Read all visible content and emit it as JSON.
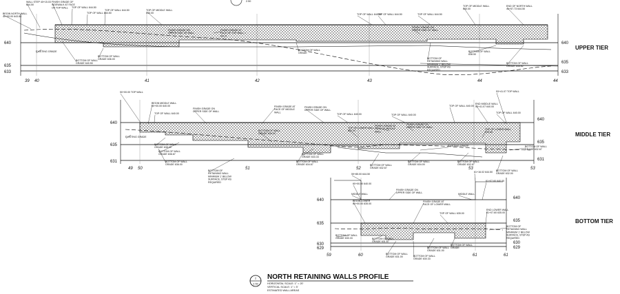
{
  "drawing": {
    "title": "NORTH RETAINING WALLS PROFILE",
    "detail_number": "2",
    "sheet_ref": "2.50",
    "scale_notes": [
      "HORIZONTAL SCALE: 1\" = 20'",
      "VERTICAL SCALE: 1\" = 5'",
      "ESTIMATED WALL AREAS"
    ],
    "top_badge": "2.50"
  },
  "upper": {
    "name": "UPPER TIER",
    "elev_left": [
      "640",
      "635",
      "633"
    ],
    "elev_right": [
      "640",
      "635",
      "633"
    ],
    "stations": [
      "39",
      "40",
      "41",
      "42",
      "43",
      "44",
      "44"
    ],
    "notes": [
      "WALL STEP 40+15.03 644.50",
      "FINISH GRADE OF SIDEWALK AT FACE OF TOP WALL",
      "TOP OF WALL 644.50",
      "TOP OF WALL 644.50",
      "TOP OF WALL 644.50",
      "BEGIN NORTH WALL 40+00.00 643.84",
      "TOP OF MIDDLE WALL 640.00",
      "FINISH GRADE ON UPPER SIDE OF WALL",
      "FINISH GRADE AT FACE OF TOP WALL = 641.0",
      "TOP OF WALL 644.50",
      "TOP OF WALL 644.50",
      "TOP OF WALL 644.50",
      "TOP OF MIDDLE WALL 640.00",
      "END OF NORTH WALL 44+57.73 644.50",
      "FINISH GRADE ON UPPER SIDE OF WALL",
      "EXISTING GRADE",
      "BOTTOM OF WALL GRADE 636.00",
      "BOTTOM OF WALL GRADE 640.50",
      "BOTTOM OF WALL GRADE",
      "BOTTOM OF RETAINING WALL MINIMUM 1' BELOW SURFACE, STEP AS REQUIRED",
      "BOTTOM OF WALL 638.50",
      "BOTTOM OF WALL GRADE 636.82"
    ]
  },
  "middle": {
    "name": "MIDDLE TIER",
    "elev_left": [
      "640",
      "635",
      "631"
    ],
    "elev_right": [
      "640",
      "635",
      "631"
    ],
    "stations": [
      "49",
      "50",
      "51",
      "52",
      "53",
      "53"
    ],
    "notes": [
      "50+00.00 TOP WALL",
      "BEGIN MIDDLE WALL 50+00.00 640.00",
      "TOP OF WALL 640.00",
      "FINISH GRADE ON UPPER SIDE OF WALL",
      "FINISH GRADE AT FACE OF MIDDLE WALL",
      "FINISH GRADE ON UPPER SIDE OF WALL",
      "TOP OF WALL 640.00",
      "TOP OF WALL 640.00",
      "TOP OF WALL 640.00",
      "53+41.07 TOP WALL",
      "END MIDDLE WALL 53+41.07 640.00",
      "TOP OF WALL 640.00",
      "EXISTING GRADE",
      "BOTTOM OF WALL GRADE 638.00",
      "BOTTOM OF WALL GRADE 636.67",
      "BOTTOM OF WALL GRADE 636.00",
      "BOTTOM OF WALL GRADE 634.00",
      "TOP OF LOWER WALL 637.00",
      "FINISH GRADE AT FACE OF MIDDLE WALL",
      "FINISH GRADE ON UPPER SIDE OF WALL",
      "TOP OF LOWER WALL 635.00",
      "BOTTOM OF WALL GRADE 633.33",
      "BOTTOM OF WALL GRADE 634.67",
      "BOTTOM OF RETAINING WALL MINIMUM 1' BELOW SURFACE, STEP AS REQUIRED",
      "BOTTOM OF WALL GRADE 632.67",
      "BOTTOM OF WALL GRADE 634.00",
      "BOTTOM OF WALL GRADE 632.67",
      "EXISTING GRADE",
      "BOTTOM OF WALL GRADE 632.67",
      "BOTTOM OF WALL GRADE 632.00"
    ]
  },
  "bottom": {
    "name": "BOTTOM TIER",
    "elev_left": [
      "640",
      "635",
      "630",
      "629"
    ],
    "elev_right": [
      "640",
      "635",
      "630",
      "629"
    ],
    "stations": [
      "59",
      "60",
      "61",
      "61"
    ],
    "notes": [
      "59+85.00 644.50",
      "60+00.00 640.00",
      "MIDDLE WALL",
      "FINISH GRADE ON UPPER SIDE OF WALL",
      "61+16.02 644.50",
      "61+07.60 640.00",
      "MIDDLE WALL",
      "BEGIN LOWER 60+00.00 635.00",
      "FINISH GRADE AT FACE OF LOWER WALL",
      "TOP OF WALL 635.00",
      "END LOWER WALL 61+07.60 635.00",
      "BOTTOM OF WALL GRADE 630.33",
      "BOTTOM OF WALL GRADE 631.67",
      "BOTTOM OF WALL GRADE 631.00",
      "BOTTOM OF WALL GRADE 630.33",
      "BOTTOM OF WALL GRADE 631.00",
      "BOTTOM OF WALL GRADE",
      "BOTTOM OF RETAINING WALL MINIMUM 1' BELOW SURFACE, STEP AS REQUIRED"
    ]
  }
}
